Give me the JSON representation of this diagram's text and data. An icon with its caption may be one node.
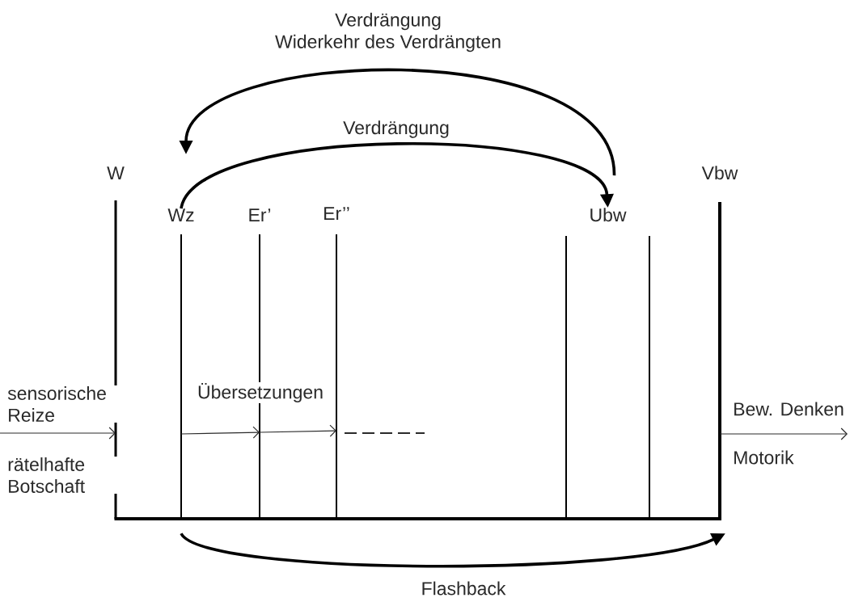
{
  "diagram": {
    "nodes": [
      {
        "text": [
          "W"
        ]
      },
      {
        "text": [
          "Wz"
        ]
      },
      {
        "text": [
          "Er’"
        ]
      },
      {
        "text": [
          "Er’’"
        ]
      },
      {
        "text": [
          "Ubw"
        ]
      },
      {
        "text": [
          "Vbw"
        ]
      }
    ],
    "edges": [
      {
        "from": 1,
        "to": 4,
        "arrow": "to",
        "style": "thick",
        "label": "Verdrängung"
      },
      {
        "from": 4,
        "to": 1,
        "arrow": "to",
        "style": "thick",
        "label": "Verdrängung Widerkehr des Verdrängten"
      },
      {
        "from": null,
        "to": 0,
        "arrow": "to"
      },
      {
        "from": 1,
        "to": 2,
        "arrow": "to"
      },
      {
        "from": 2,
        "to": 3,
        "arrow": "to"
      },
      {
        "from": 3,
        "to": null,
        "arrow": "none",
        "style": "dashed"
      },
      {
        "from": 5,
        "to": null,
        "arrow": "to"
      },
      {
        "from": 1,
        "to": 5,
        "arrow": "to",
        "style": "thick",
        "label": "Flashback"
      }
    ],
    "labels": [
      "sensorische Reize",
      "Übersetzungen",
      "rätelhafte Botschaft",
      "Bew. Denken",
      "Motorik"
    ]
  }
}
